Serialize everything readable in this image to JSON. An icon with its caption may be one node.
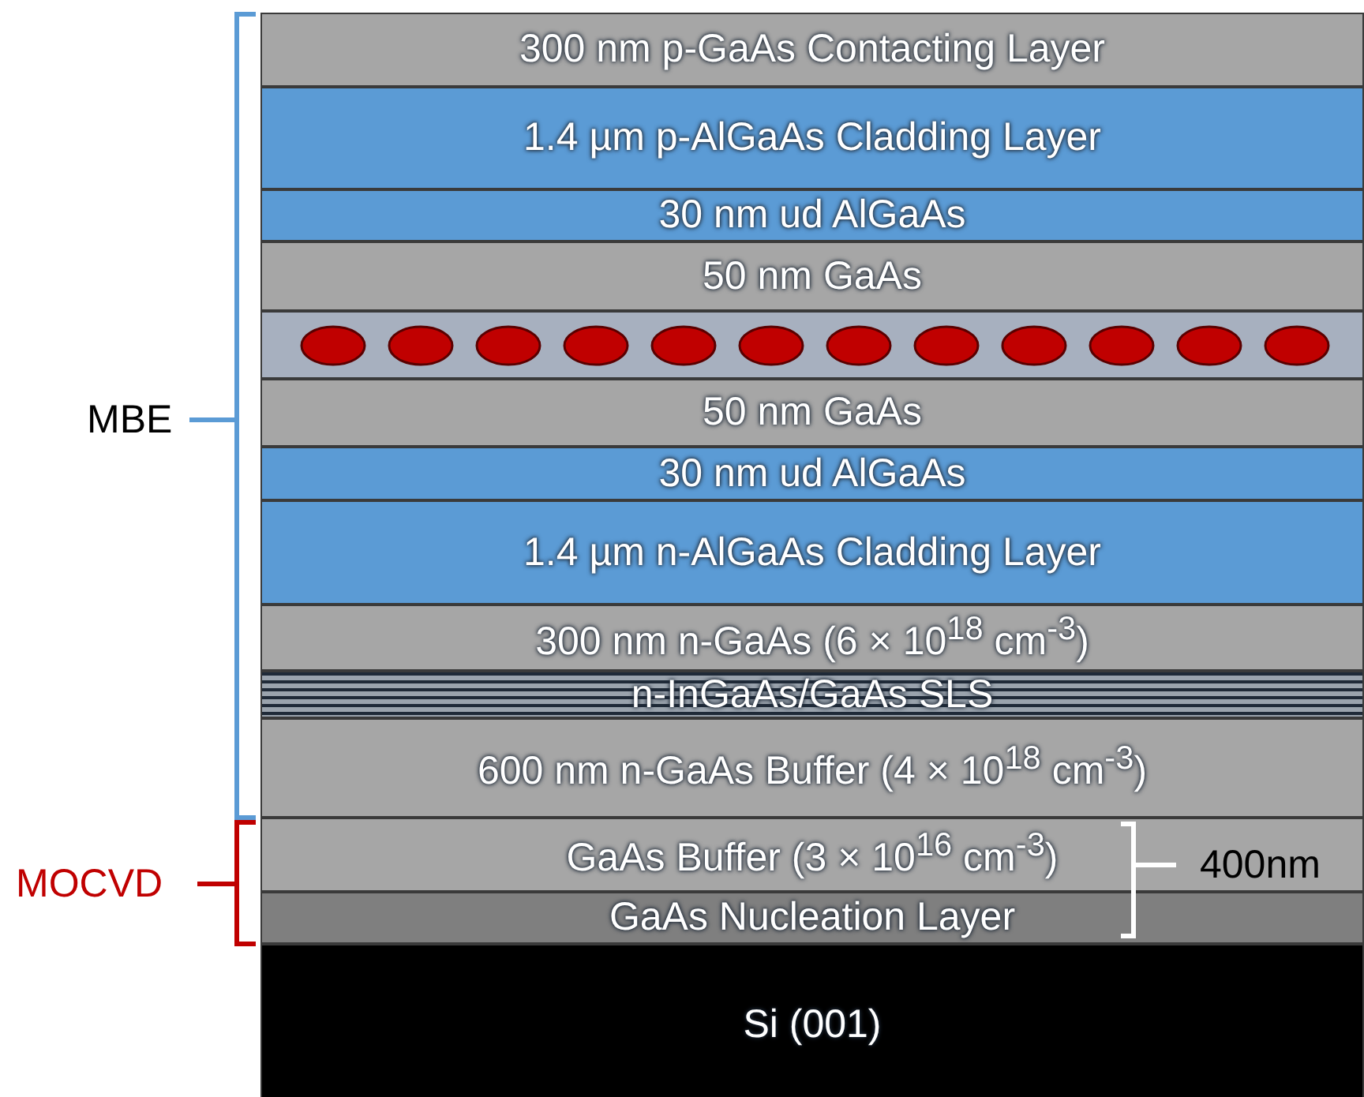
{
  "diagram": {
    "nodes": [
      {
        "text": [
          "300 nm p-GaAs Contacting Layer"
        ]
      },
      {
        "text": [
          "1.4 µm p-AlGaAs Cladding Layer"
        ]
      },
      {
        "text": [
          "30 nm ud AlGaAs"
        ]
      },
      {
        "text": [
          "50 nm GaAs"
        ]
      },
      {
        "text": [],
        "shape": "bar"
      },
      {
        "text": [
          "50 nm GaAs"
        ]
      },
      {
        "text": [
          "30 nm ud AlGaAs"
        ]
      },
      {
        "text": [
          "1.4 µm n-AlGaAs Cladding Layer"
        ]
      },
      {
        "text": [
          "300 nm n-GaAs (6 × 10$^{18}$ cm$^{-3}$)"
        ]
      },
      {
        "text": [
          "n-InGaAs/GaAs SLS"
        ]
      },
      {
        "text": [
          "600 nm n-GaAs Buffer (4 × 10$^{18}$ cm$^{-3}$)"
        ]
      },
      {
        "text": [
          "GaAs Buffer (3 × 10$^{16}$ cm$^{-3}$)"
        ]
      },
      {
        "text": [
          "GaAs Nucleation Layer"
        ]
      },
      {
        "text": [
          "Si (001)"
        ]
      }
    ],
    "labels": [
      "MBE",
      "400nm",
      "MOCVD"
    ]
  }
}
